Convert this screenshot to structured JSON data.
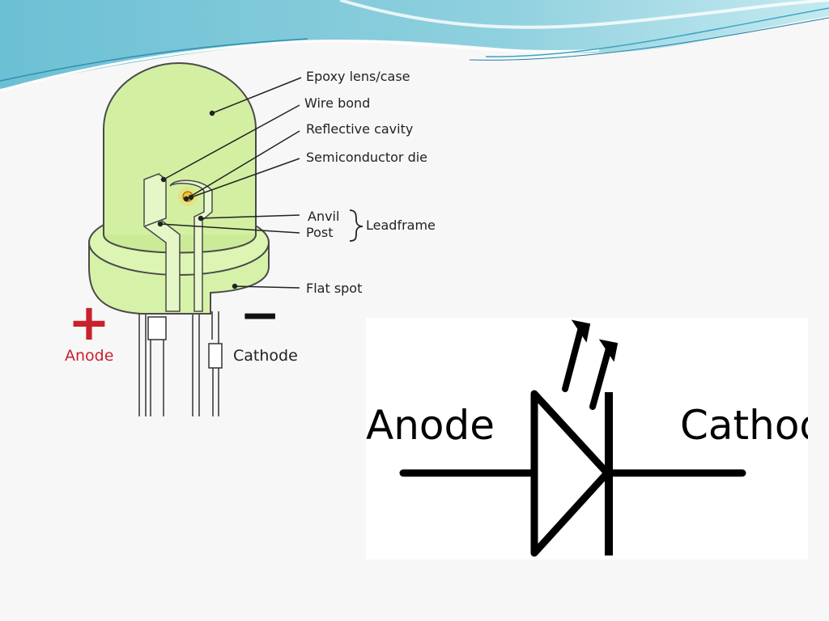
{
  "diagram_labels": {
    "epoxy_lens_case": "Epoxy lens/case",
    "wire_bond": "Wire bond",
    "reflective_cavity": "Reflective cavity",
    "semiconductor_die": "Semiconductor die",
    "anvil": "Anvil",
    "post": "Post",
    "leadframe": "Leadframe",
    "flat_spot": "Flat spot",
    "anode_sign": "+",
    "cathode_sign": "−",
    "anode": "Anode",
    "cathode": "Cathode"
  },
  "symbol_labels": {
    "anode": "Anode",
    "cathode": "Cathode"
  },
  "colors": {
    "lens_fill": "#d6f2a8",
    "lens_stroke": "#4a4a4a",
    "die_glow": "#f6d35a",
    "anode_red": "#c8232c",
    "wave_teal": "#4fb3c9",
    "wave_light": "#bfe6ee"
  },
  "icons": {
    "anode_sign": "plus-sign",
    "cathode_sign": "minus-sign",
    "light_emission": "arrow-up-right-icon"
  }
}
